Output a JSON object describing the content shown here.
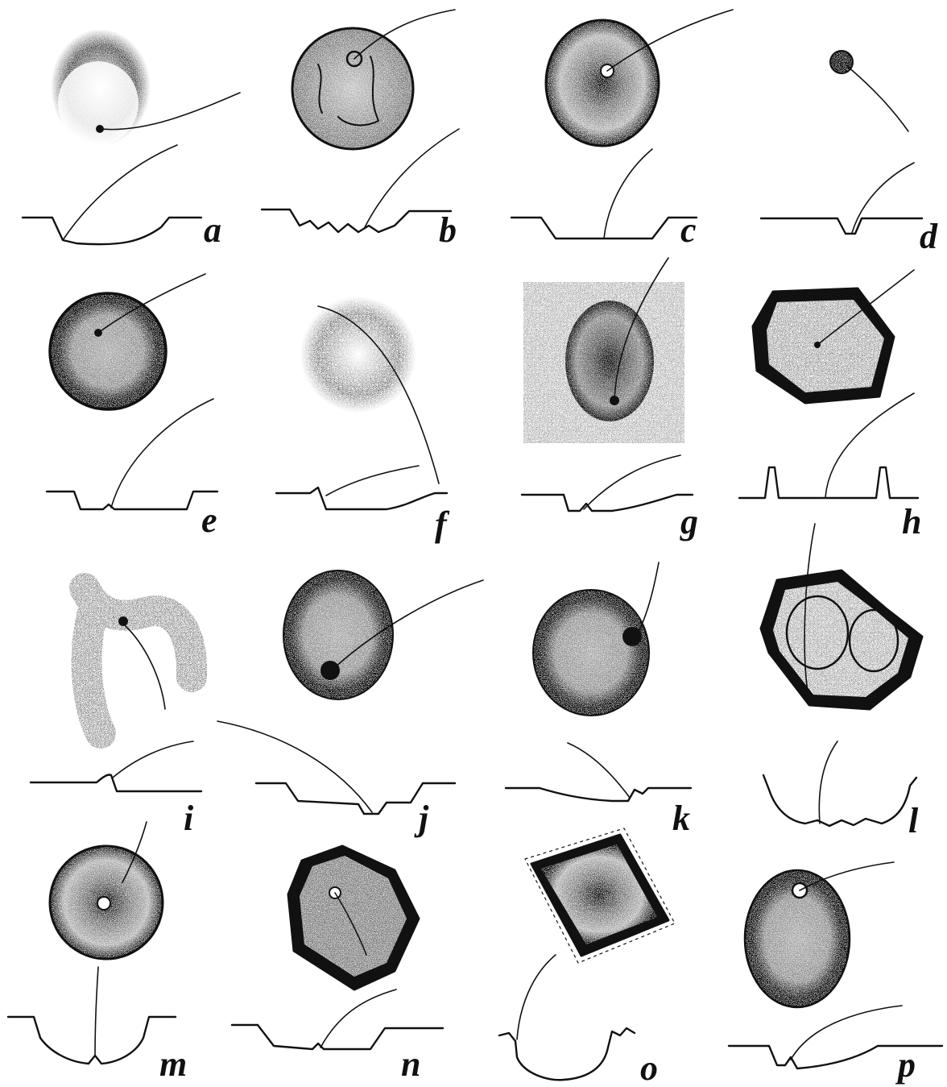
{
  "figure": {
    "panels": [
      {
        "id": "panel-a",
        "letter": "a"
      },
      {
        "id": "panel-b",
        "letter": "b"
      },
      {
        "id": "panel-c",
        "letter": "c"
      },
      {
        "id": "panel-d",
        "letter": "d"
      },
      {
        "id": "panel-e",
        "letter": "e"
      },
      {
        "id": "panel-f",
        "letter": "f"
      },
      {
        "id": "panel-g",
        "letter": "g"
      },
      {
        "id": "panel-h",
        "letter": "h"
      },
      {
        "id": "panel-i",
        "letter": "i"
      },
      {
        "id": "panel-j",
        "letter": "j"
      },
      {
        "id": "panel-k",
        "letter": "k"
      },
      {
        "id": "panel-l",
        "letter": "l"
      },
      {
        "id": "panel-m",
        "letter": "m"
      },
      {
        "id": "panel-n",
        "letter": "n"
      },
      {
        "id": "panel-o",
        "letter": "o"
      },
      {
        "id": "panel-p",
        "letter": "p"
      }
    ],
    "ink_color": "#111111",
    "paper_color": "#ffffff"
  }
}
